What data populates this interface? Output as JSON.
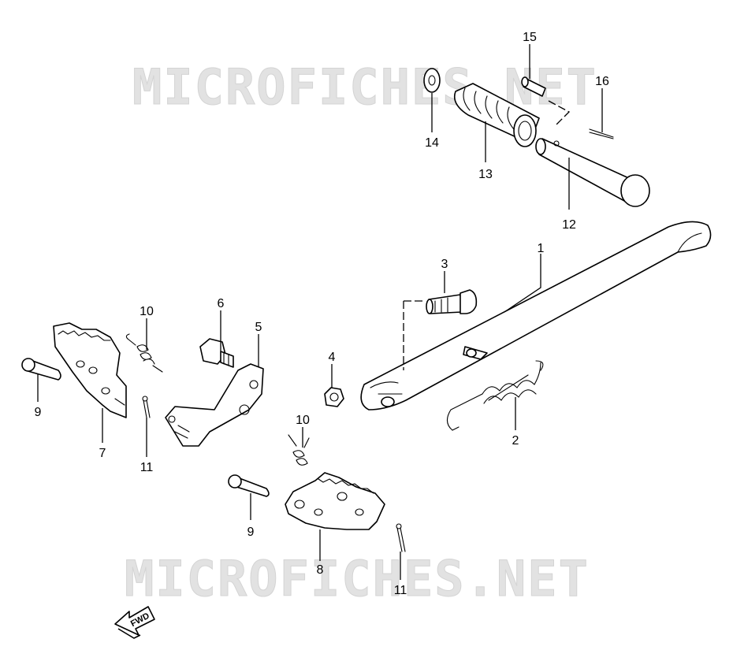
{
  "watermark": {
    "text": "MICROFICHES.NET"
  },
  "fwd_label": "FWD",
  "callouts": {
    "p1": "1",
    "p2": "2",
    "p3": "3",
    "p4": "4",
    "p5": "5",
    "p6": "6",
    "p7": "7",
    "p8": "8",
    "p9a": "9",
    "p9b": "9",
    "p10a": "10",
    "p10b": "10",
    "p11a": "11",
    "p11b": "11",
    "p12": "12",
    "p13": "13",
    "p14": "14",
    "p15": "15",
    "p16": "16"
  }
}
